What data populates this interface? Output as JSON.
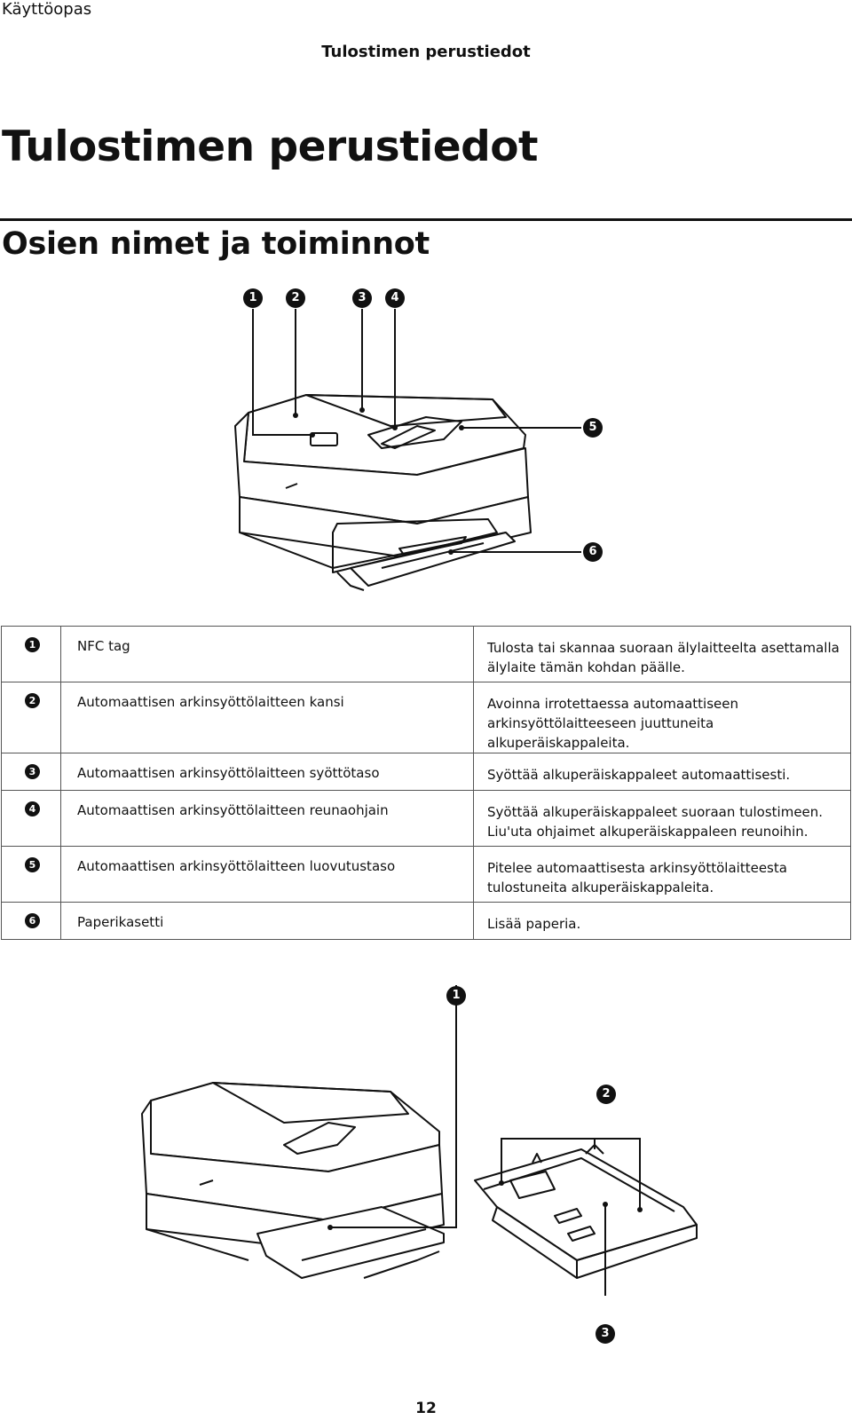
{
  "header": {
    "doc_title": "Käyttöopas",
    "section": "Tulostimen perustiedot"
  },
  "chapter_title": "Tulostimen perustiedot",
  "section_title": "Osien nimet ja toiminnot",
  "figure1": {
    "callouts": [
      "1",
      "2",
      "3",
      "4",
      "5",
      "6"
    ]
  },
  "parts_table": [
    {
      "num": "1",
      "name": "NFC tag",
      "desc": "Tulosta tai skannaa suoraan älylaitteelta asettamalla älylaite tämän kohdan päälle."
    },
    {
      "num": "2",
      "name": "Automaattisen arkinsyöttölaitteen kansi",
      "desc": "Avoinna irrotettaessa automaattiseen arkinsyöttölaitteeseen juuttuneita alkuperäiskappaleita."
    },
    {
      "num": "3",
      "name": "Automaattisen arkinsyöttölaitteen syöttötaso",
      "desc": "Syöttää alkuperäiskappaleet automaattisesti."
    },
    {
      "num": "4",
      "name": "Automaattisen arkinsyöttölaitteen reunaohjain",
      "desc": "Syöttää alkuperäiskappaleet suoraan tulostimeen. Liu'uta ohjaimet alkuperäiskappaleen reunoihin."
    },
    {
      "num": "5",
      "name": "Automaattisen arkinsyöttölaitteen luovutustaso",
      "desc": "Pitelee automaattisesta arkinsyöttölaitteesta tulostuneita alkuperäiskappaleita."
    },
    {
      "num": "6",
      "name": "Paperikasetti",
      "desc": "Lisää paperia."
    }
  ],
  "figure2": {
    "callouts": [
      "1",
      "2",
      "3"
    ]
  },
  "page_number": "12"
}
